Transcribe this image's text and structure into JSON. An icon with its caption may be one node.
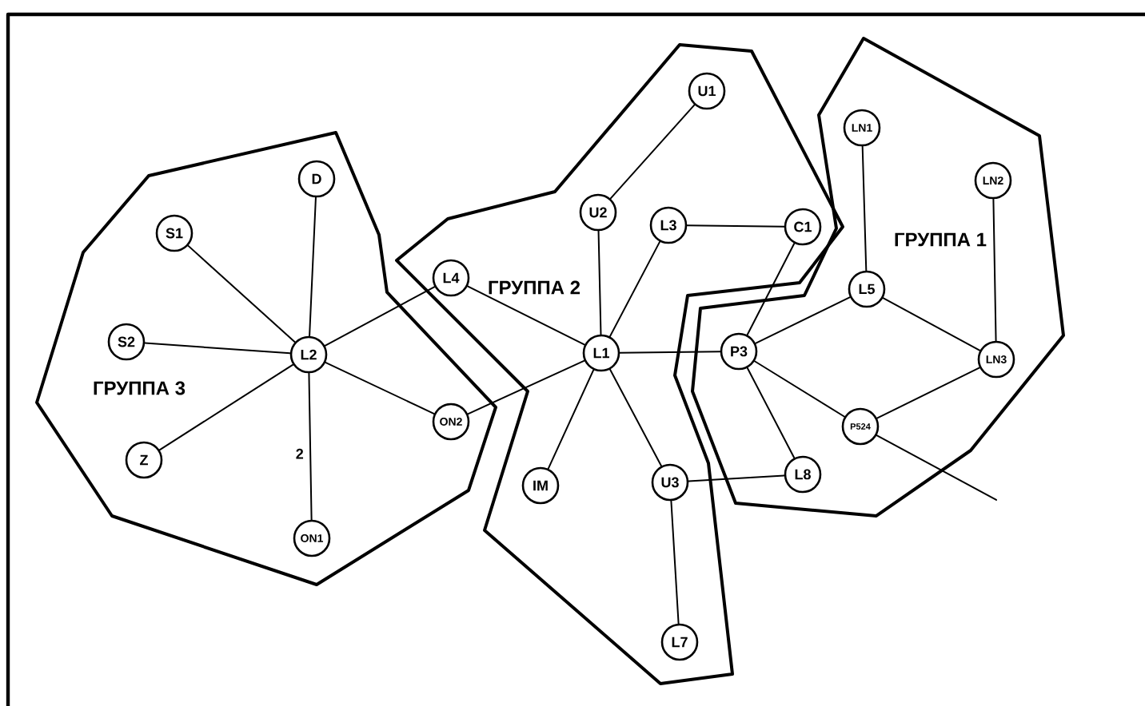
{
  "diagram": {
    "nodes": [
      {
        "text": [
          "ГРУППА 3"
        ]
      },
      {
        "text": [
          "ГРУППА 2"
        ]
      },
      {
        "text": [
          "ГРУППА 1"
        ]
      },
      {
        "text": [
          "D"
        ],
        "in": 0
      },
      {
        "text": [
          "S1"
        ],
        "in": 0
      },
      {
        "text": [
          "S2"
        ],
        "in": 0
      },
      {
        "text": [
          "L2"
        ],
        "in": 0
      },
      {
        "text": [
          "Z"
        ],
        "in": 0
      },
      {
        "text": [
          "ON1"
        ],
        "in": 0
      },
      {
        "text": [
          "ON2"
        ],
        "in": 0
      },
      {
        "text": [
          "U1"
        ],
        "in": 1
      },
      {
        "text": [
          "U2"
        ],
        "in": 1
      },
      {
        "text": [
          "L3"
        ],
        "in": 1
      },
      {
        "text": [
          "C1"
        ],
        "in": 1
      },
      {
        "text": [
          "L4"
        ],
        "in": 1
      },
      {
        "text": [
          "L1"
        ],
        "in": 1
      },
      {
        "text": [
          "IM"
        ],
        "in": 1
      },
      {
        "text": [
          "U3"
        ],
        "in": 1
      },
      {
        "text": [
          "L7"
        ],
        "in": 1
      },
      {
        "text": [
          "LN1"
        ],
        "in": 2
      },
      {
        "text": [
          "LN2"
        ],
        "in": 2
      },
      {
        "text": [
          "L5"
        ],
        "in": 2
      },
      {
        "text": [
          "P3"
        ],
        "in": 2
      },
      {
        "text": [
          "LN3"
        ],
        "in": 2
      },
      {
        "text": [
          "P524"
        ],
        "in": 2
      },
      {
        "text": [
          "L8"
        ],
        "in": 2
      }
    ],
    "edges": [
      {
        "from": 6,
        "to": 3,
        "arrow": "none"
      },
      {
        "from": 6,
        "to": 4,
        "arrow": "none"
      },
      {
        "from": 6,
        "to": 5,
        "arrow": "none"
      },
      {
        "from": 6,
        "to": 7,
        "arrow": "none"
      },
      {
        "from": 6,
        "to": 8,
        "arrow": "none",
        "label": "2"
      },
      {
        "from": 6,
        "to": 9,
        "arrow": "none"
      },
      {
        "from": 6,
        "to": 14,
        "arrow": "none"
      },
      {
        "from": 14,
        "to": 15,
        "arrow": "none"
      },
      {
        "from": 9,
        "to": 15,
        "arrow": "none"
      },
      {
        "from": 10,
        "to": 11,
        "arrow": "none"
      },
      {
        "from": 11,
        "to": 15,
        "arrow": "none"
      },
      {
        "from": 12,
        "to": 15,
        "arrow": "none"
      },
      {
        "from": 12,
        "to": 13,
        "arrow": "none"
      },
      {
        "from": 15,
        "to": 22,
        "arrow": "none"
      },
      {
        "from": 15,
        "to": 16,
        "arrow": "none"
      },
      {
        "from": 15,
        "to": 17,
        "arrow": "none"
      },
      {
        "from": 17,
        "to": 18,
        "arrow": "none"
      },
      {
        "from": 17,
        "to": 25,
        "arrow": "none"
      },
      {
        "from": 13,
        "to": 22,
        "arrow": "none"
      },
      {
        "from": 22,
        "to": 21,
        "arrow": "none"
      },
      {
        "from": 21,
        "to": 19,
        "arrow": "none"
      },
      {
        "from": 21,
        "to": 23,
        "arrow": "none"
      },
      {
        "from": 20,
        "to": 23,
        "arrow": "none"
      },
      {
        "from": 22,
        "to": 24,
        "arrow": "none"
      },
      {
        "from": 22,
        "to": 25,
        "arrow": "none"
      },
      {
        "from": 24,
        "to": 23,
        "arrow": "none"
      },
      {
        "from": 24,
        "to": null,
        "arrow": "none"
      }
    ]
  }
}
